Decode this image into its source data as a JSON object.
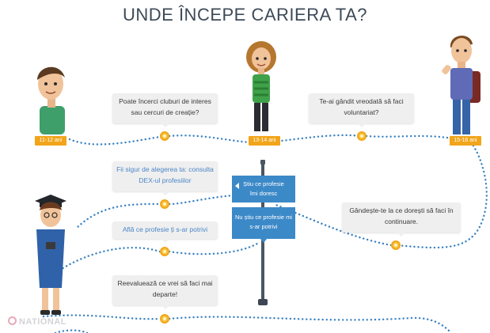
{
  "title": "UNDE ÎNCEPE CARIERA TA?",
  "ages": {
    "a1": "11-12 ani",
    "a2": "13-14 ani",
    "a3": "15-16 ani"
  },
  "bubbles": {
    "b1": [
      "Poate încerci cluburi de interes",
      "sau cercuri de creație?"
    ],
    "b2": [
      "Te-ai gândit vreodată să faci",
      "voluntariat?"
    ],
    "b3": [
      "Fii sigur de alegerea ta: consulta",
      "DEX-ul profesiilor"
    ],
    "b4": "Află ce profesie ți s-ar potrivi",
    "b5": [
      "Gândește-te la ce dorești să faci în",
      "continuare."
    ],
    "b6": [
      "Reevaluează ce vrei să faci mai",
      "departe!"
    ]
  },
  "sign": {
    "top": [
      "Știu ce profesie",
      "îmi doresc"
    ],
    "bottom": [
      "Nu știu ce profesie mi",
      "s-ar potrivi"
    ]
  },
  "logo": "NATIONAL",
  "colors": {
    "path": "#3a82c2",
    "age": "#f2a51a",
    "dot": "#f6c33a",
    "sign": "#3c89c8",
    "title": "#3d4a57"
  }
}
